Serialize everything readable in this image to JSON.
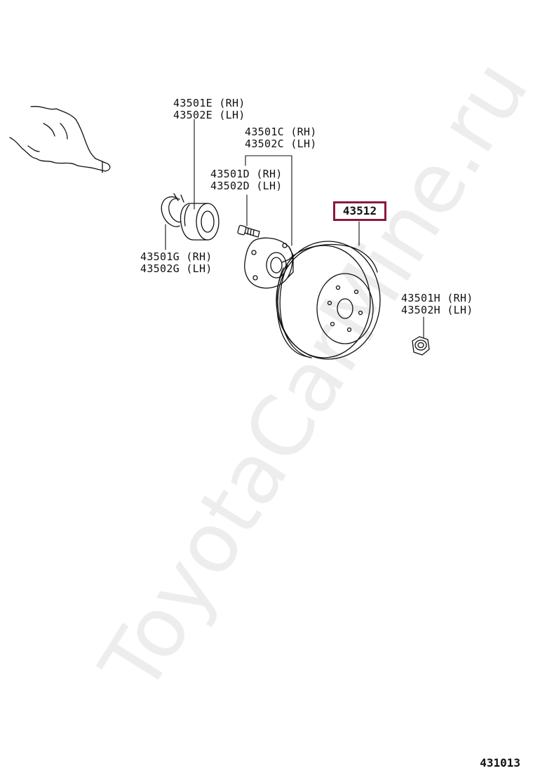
{
  "labels": {
    "e_rh": "43501E (RH)",
    "e_lh": "43502E (LH)",
    "c_rh": "43501C (RH)",
    "c_lh": "43502C (LH)",
    "d_rh": "43501D (RH)",
    "d_lh": "43502D (LH)",
    "g_rh": "43501G (RH)",
    "g_lh": "43502G (LH)",
    "h_rh": "43501H (RH)",
    "h_lh": "43502H (LH)"
  },
  "highlight": {
    "part_number": "43512",
    "border_color": "#8b1a3a"
  },
  "watermark": "ToyotaCarMine.ru",
  "figure_code": "431013"
}
